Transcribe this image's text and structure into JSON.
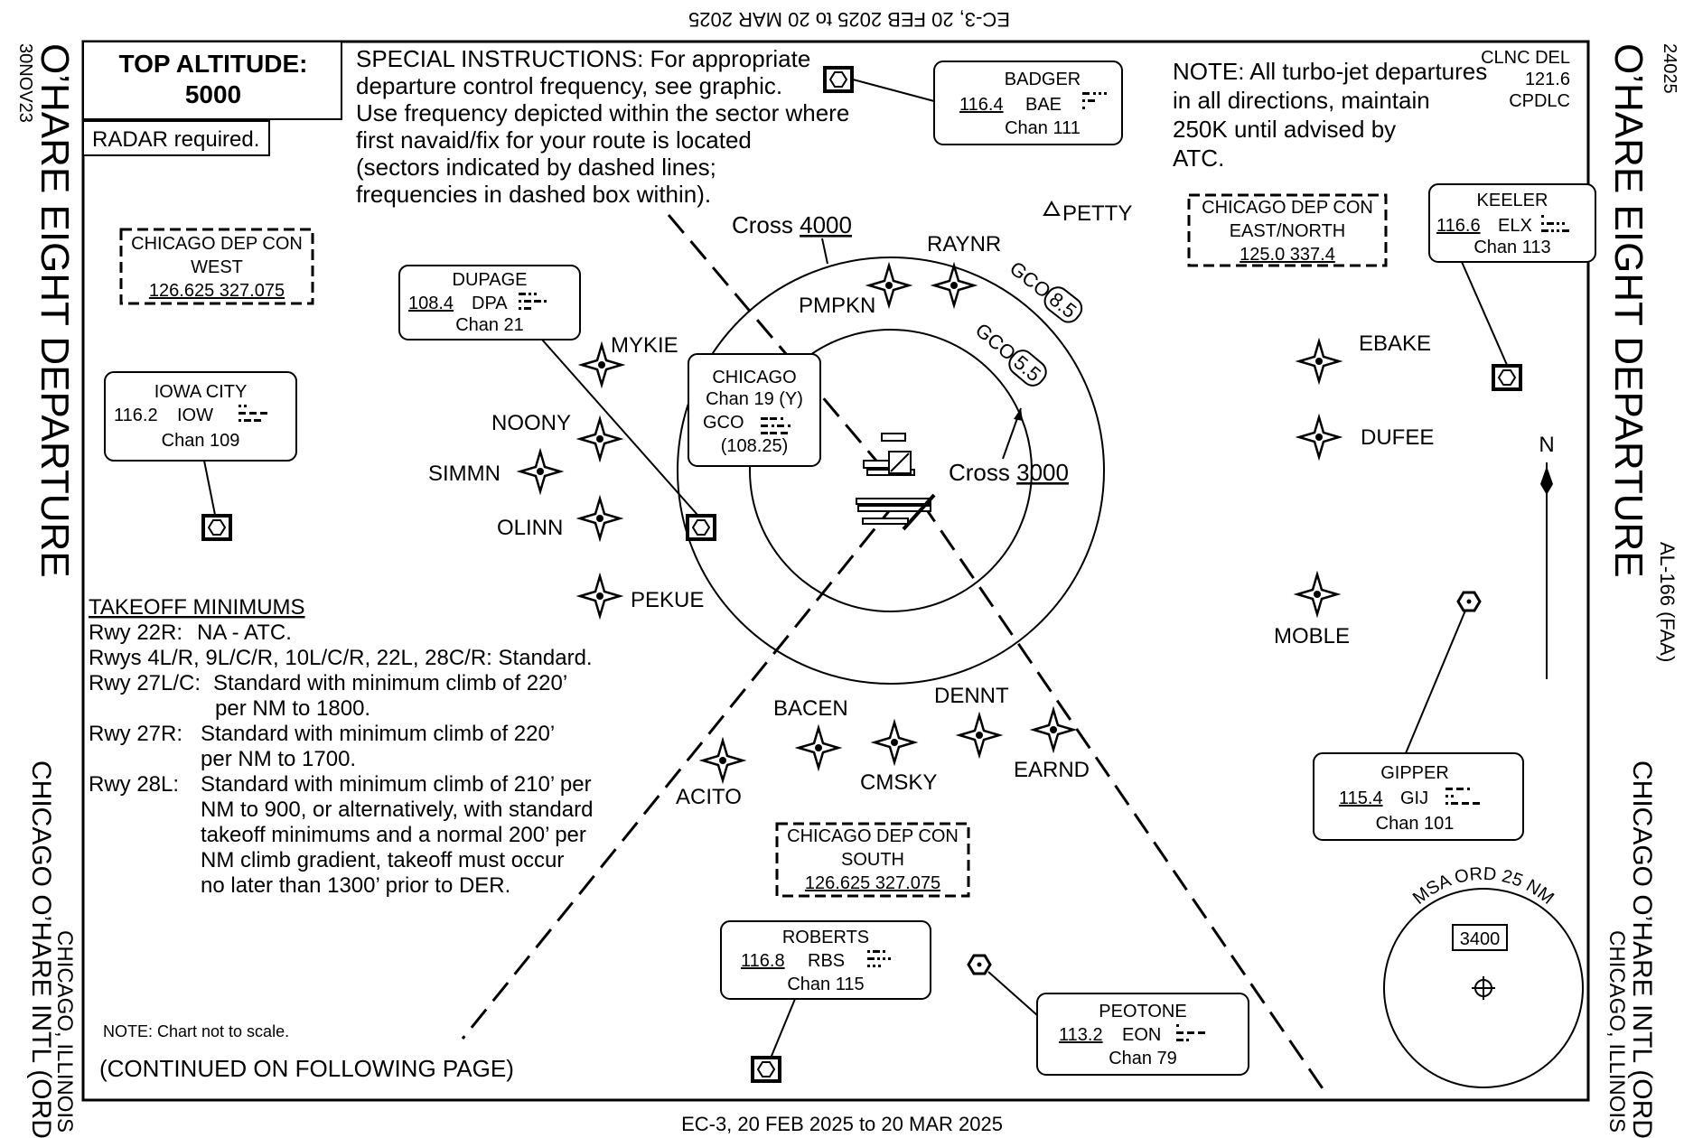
{
  "header": {
    "top_edition_rotated": "EC-3,  20 FEB 2025  to  20 MAR 2025",
    "bottom_edition": "EC-3,  20 FEB 2025  to  20 MAR 2025",
    "procedure_number": "24025",
    "amendment_date": "30NOV23",
    "al_number": "AL-166 (FAA)"
  },
  "procedure": {
    "title": "O’HARE EIGHT DEPARTURE",
    "airport": "CHICAGO O’HARE INTL (ORD)",
    "city": "CHICAGO, ILLINOIS"
  },
  "top_altitude": {
    "label": "TOP ALTITUDE:",
    "value": "5000"
  },
  "radar_note": "RADAR required.",
  "clearance_delivery": {
    "label": "CLNC DEL",
    "freq": "121.6",
    "cpdlc": "CPDLC"
  },
  "special_instructions": [
    "SPECIAL INSTRUCTIONS:  For appropriate",
    "departure control frequency, see graphic.",
    "Use frequency depicted within the sector where",
    "first navaid/fix for your route is located",
    "(sectors indicated by dashed lines;",
    "frequencies in dashed box within)."
  ],
  "turbojet_note": [
    "NOTE: All turbo-jet departures",
    "in all directions, maintain",
    "250K until advised by",
    "ATC."
  ],
  "departure_control": {
    "west": {
      "line1": "CHICAGO DEP CON",
      "line2": "WEST",
      "freqs": "126.625  327.075"
    },
    "east_north": {
      "line1": "CHICAGO DEP CON",
      "line2": "EAST/NORTH",
      "freqs": "125.0  337.4"
    },
    "south": {
      "line1": "CHICAGO DEP CON",
      "line2": "SOUTH",
      "freqs": "126.625  327.075"
    }
  },
  "navaids": {
    "badger": {
      "name": "BADGER",
      "freq": "116.4",
      "ident": "BAE",
      "morse": "-... .- .",
      "chan": "Chan 111"
    },
    "dupage": {
      "name": "DUPAGE",
      "freq": "108.4",
      "ident": "DPA",
      "morse": "-.. .--. .-",
      "chan": "Chan 21"
    },
    "iowa_city": {
      "name": "IOWA CITY",
      "freq": "116.2",
      "ident": "IOW",
      "morse": ".. --- .--",
      "chan": "Chan 109"
    },
    "keeler": {
      "name": "KEELER",
      "freq": "116.6",
      "ident": "ELX",
      "morse": ". .-.. -..-",
      "chan": "Chan 113"
    },
    "chicago": {
      "name": "CHICAGO",
      "chan": "Chan 19 (Y)",
      "ident": "GCO",
      "freq": "(108.25)",
      "morse": "--. -.-. ---"
    },
    "gipper": {
      "name": "GIPPER",
      "freq": "115.4",
      "ident": "GIJ",
      "morse": "--. .. .---",
      "chan": "Chan 101"
    },
    "roberts": {
      "name": "ROBERTS",
      "freq": "116.8",
      "ident": "RBS",
      "morse": ".-. -... ...",
      "chan": "Chan 115"
    },
    "peotone": {
      "name": "PEOTONE",
      "freq": "113.2",
      "ident": "EON",
      "morse": ". --- -.",
      "chan": "Chan 79"
    }
  },
  "fixes": {
    "petty": "PETTY",
    "raynr": "RAYNR",
    "pmpkn": "PMPKN",
    "mykie": "MYKIE",
    "noony": "NOONY",
    "simmn": "SIMMN",
    "olinn": "OLINN",
    "pekue": "PEKUE",
    "ebake": "EBAKE",
    "dufee": "DUFEE",
    "moble": "MOBLE",
    "bacen": "BACEN",
    "dennt": "DENNT",
    "acito": "ACITO",
    "cmsky": "CMSKY",
    "earnd": "EARND"
  },
  "rings": {
    "outer": {
      "label": "GCO",
      "distance": "8.5",
      "cross_prefix": "Cross ",
      "cross_alt": "4000"
    },
    "inner": {
      "label": "GCO",
      "distance": "5.5",
      "cross_prefix": "Cross ",
      "cross_alt": "3000"
    }
  },
  "north_label": "N",
  "takeoff_minimums": {
    "heading": "TAKEOFF MINIMUMS",
    "lines": [
      {
        "label": "Rwy 22R:",
        "text": [
          "NA - ATC."
        ]
      },
      {
        "label": "Rwys 4L/R, 9L/C/R, 10L/C/R, 22L, 28C/R: Standard.",
        "text": []
      },
      {
        "label": "Rwy 27L/C:",
        "text": [
          "Standard with minimum climb of 220’",
          "per NM to 1800."
        ]
      },
      {
        "label": "Rwy 27R:",
        "text": [
          "Standard with minimum climb of 220’",
          "per NM to 1700."
        ]
      },
      {
        "label": "Rwy 28L:",
        "text": [
          "Standard with minimum climb of 210’ per",
          "NM to 900, or alternatively, with standard",
          "takeoff minimums and a normal 200’ per",
          "NM climb gradient, takeoff must occur",
          "no later than 1300’ prior to DER."
        ]
      }
    ]
  },
  "msa": {
    "label": "MSA ORD 25 NM",
    "altitude": "3400"
  },
  "scale_note": "NOTE: Chart not to scale.",
  "continued_note": "(CONTINUED ON FOLLOWING PAGE)"
}
